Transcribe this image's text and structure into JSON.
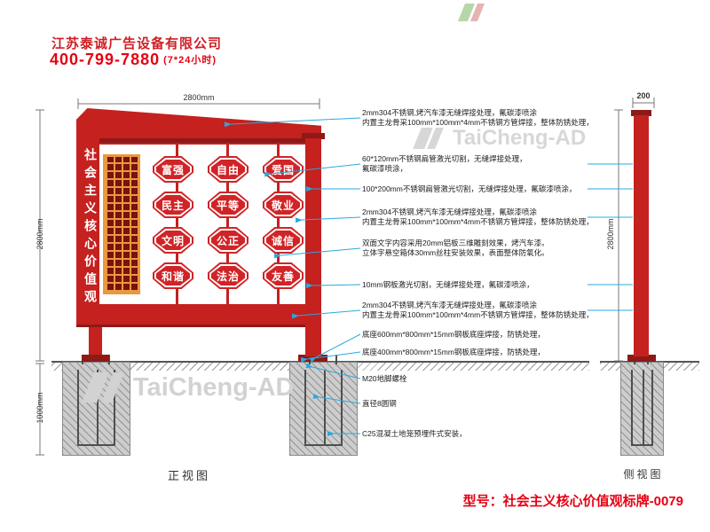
{
  "header": {
    "company": "江苏泰诚广告设备有限公司",
    "phone": "400-799-7880",
    "phone_note": "(7*24小时)"
  },
  "brand": {
    "watermark": "TaiCheng-AD"
  },
  "front": {
    "label": "正视图",
    "vertical_title": "社会主义核心价值观",
    "badges": [
      "富强",
      "自由",
      "爱国",
      "民主",
      "平等",
      "敬业",
      "文明",
      "公正",
      "诚信",
      "和谐",
      "法治",
      "友善"
    ],
    "dims": {
      "width": "2800mm",
      "height": "2800mm",
      "foundation": "1000mm"
    }
  },
  "side": {
    "label": "侧视图",
    "dims": {
      "width": "200",
      "height": "2800mm"
    }
  },
  "annotations": [
    {
      "line1": "2mm304不锈钢,烤汽车漆无缝焊接处理，氟碳漆喷涂",
      "line2": "内置主龙骨采100mm*100mm*4mm不锈钢方管焊接，整体防锈处理，"
    },
    {
      "line1": "60*120mm不锈钢扁管激光切割，无缝焊接处理，",
      "line2": "氟碳漆喷涂，"
    },
    {
      "line1": "100*200mm不锈钢扁管激光切割，无缝焊接处理，氟碳漆喷涂，"
    },
    {
      "line1": "2mm304不锈钢,烤汽车漆无缝焊接处理，氟碳漆喷涂",
      "line2": "内置主龙骨采100mm*100mm*4mm不锈钢方管焊接，整体防锈处理，"
    },
    {
      "line1": "双面文字内容采用20mm铝板三维雕刻效果，烤汽车漆。",
      "line2": "立体字悬空箱体30mm丝柱安装效果，表面整体防氧化。"
    },
    {
      "line1": "10mm钢板激光切割，无缝焊接处理，氟碳漆喷涂，"
    },
    {
      "line1": "2mm304不锈钢,烤汽车漆无缝焊接处理，氟碳漆喷涂",
      "line2": "内置主龙骨采100mm*100mm*4mm不锈钢方管焊接，整体防锈处理，"
    },
    {
      "line1": "底座600mm*800mm*15mm钢板底座焊接，防锈处理，"
    },
    {
      "line1": "底座400mm*800mm*15mm钢板底座焊接，防锈处理，"
    },
    {
      "line1": "M20地脚螺栓"
    },
    {
      "line1": "直径8圆钢"
    },
    {
      "line1": "C25混凝土地笼预埋件式安装，"
    }
  ],
  "footer": {
    "model": "型号：社会主义核心价值观标牌-0079"
  },
  "colors": {
    "main_red": "#c4211f",
    "dark_red": "#8c1a18",
    "badge_red": "#d02427",
    "lattice_orange": "#e89a3c",
    "leader_blue": "#2aa8e0"
  }
}
